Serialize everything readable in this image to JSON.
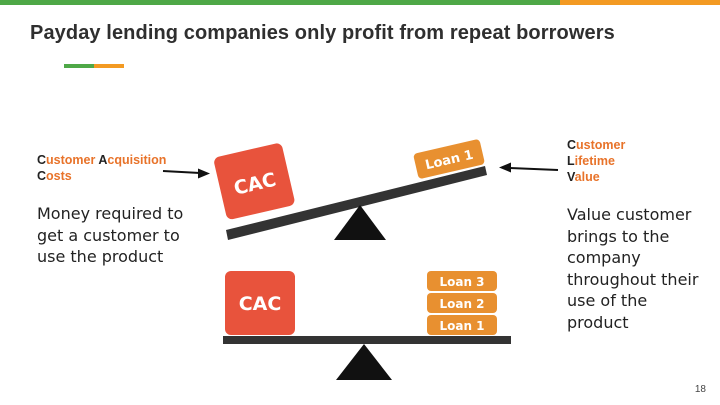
{
  "slide": {
    "title": "Payday lending companies only profit from repeat borrowers",
    "page_number": "18"
  },
  "left": {
    "heading_line1_cap1": "C",
    "heading_line1_rest1": "ustomer ",
    "heading_line1_cap2": "A",
    "heading_line1_rest2": "cquisition",
    "heading_line2_cap": "C",
    "heading_line2_rest": "osts",
    "description": "Money required to get a customer to use the product"
  },
  "right": {
    "heading_line1_cap": "C",
    "heading_line1_rest": "ustomer",
    "heading_line2_cap": "L",
    "heading_line2_rest": "ifetime",
    "heading_line3_cap": "V",
    "heading_line3_rest": "alue",
    "description": "Value customer brings to the company throughout their use of the product"
  },
  "scale_top": {
    "block_label": "CAC",
    "loan_label": "Loan 1"
  },
  "scale_bottom": {
    "block_label": "CAC",
    "loans": [
      "Loan 3",
      "Loan 2",
      "Loan 1"
    ]
  },
  "colors": {
    "accent_green": "#4ea847",
    "accent_orange": "#f39a22",
    "cac_red": "#e8533c",
    "loan_orange": "#e89030",
    "beam_dark": "#333333"
  }
}
